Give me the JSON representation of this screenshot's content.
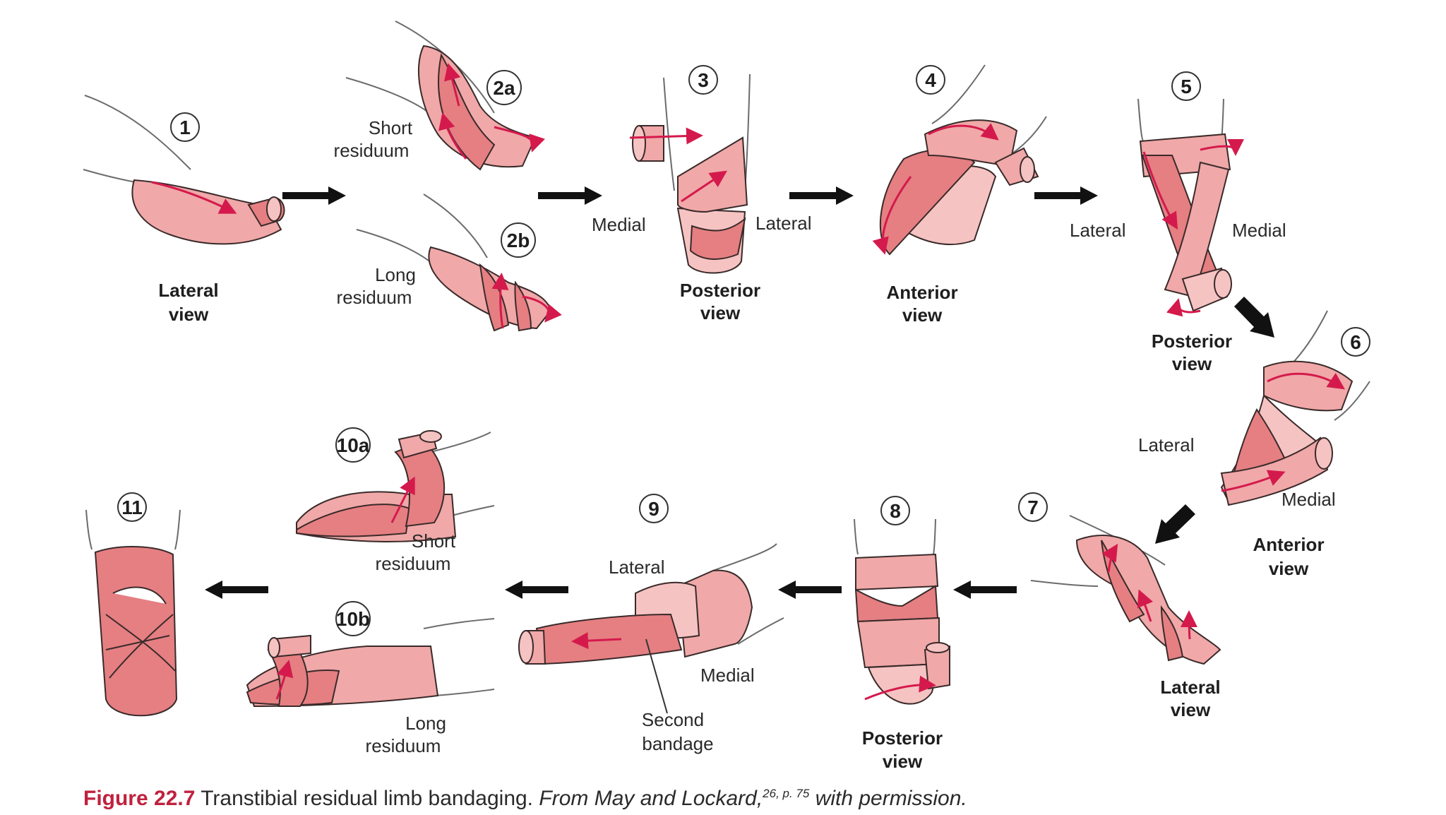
{
  "colors": {
    "bandage_light": "#f0a8a8",
    "bandage_dark": "#e57f82",
    "arrow_red": "#d41a4c",
    "caption_accent": "#c0213e"
  },
  "steps": {
    "s1": "1",
    "s2a": "2a",
    "s2b": "2b",
    "s3": "3",
    "s4": "4",
    "s5": "5",
    "s6": "6",
    "s7": "7",
    "s8": "8",
    "s9": "9",
    "s10a": "10a",
    "s10b": "10b",
    "s11": "11"
  },
  "labels": {
    "s1_view": [
      "Lateral",
      "view"
    ],
    "s2a_res": [
      "Short",
      "residuum"
    ],
    "s2b_res": [
      "Long",
      "residuum"
    ],
    "s3_medial": "Medial",
    "s3_lateral": "Lateral",
    "s3_view": [
      "Posterior",
      "view"
    ],
    "s4_view": [
      "Anterior",
      "view"
    ],
    "s5_lateral": "Lateral",
    "s5_medial": "Medial",
    "s5_view": [
      "Posterior",
      "view"
    ],
    "s6_lateral": "Lateral",
    "s6_medial": "Medial",
    "s6_view": [
      "Anterior",
      "view"
    ],
    "s7_view": [
      "Lateral",
      "view"
    ],
    "s8_view": [
      "Posterior",
      "view"
    ],
    "s9_lateral": "Lateral",
    "s9_medial": "Medial",
    "s9_second": [
      "Second",
      "bandage"
    ],
    "s10a_res": [
      "Short",
      "residuum"
    ],
    "s10b_res": [
      "Long",
      "residuum"
    ]
  },
  "caption": {
    "figure": "Figure 22.7",
    "title": "Transtibial residual limb bandaging.",
    "source": "From May and Lockard,",
    "superscript": "26, p. 75",
    "suffix": "with permission."
  }
}
